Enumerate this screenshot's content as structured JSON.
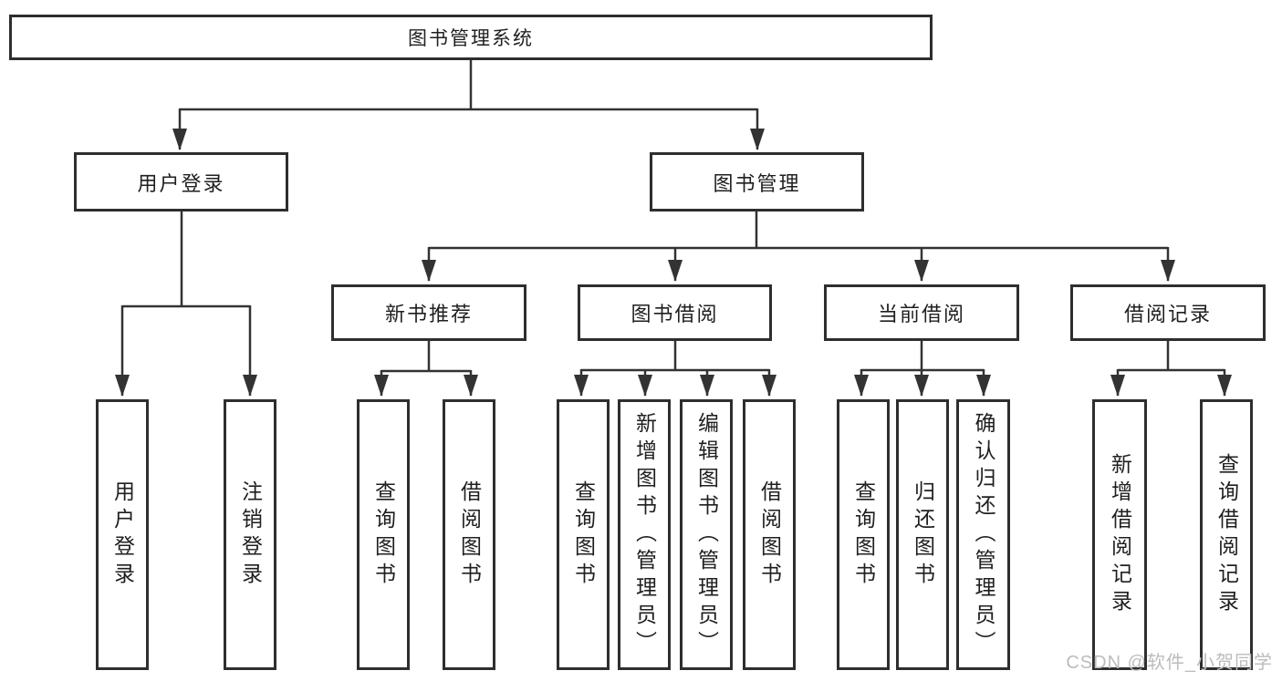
{
  "diagram": {
    "title": "图书管理系统",
    "root": {
      "label": "图书管理系统"
    },
    "branches": [
      {
        "label": "用户登录",
        "children": [
          "用户登录",
          "注销登录"
        ]
      },
      {
        "label": "图书管理",
        "groups": [
          {
            "label": "新书推荐",
            "children": [
              "查询图书",
              "借阅图书"
            ]
          },
          {
            "label": "图书借阅",
            "children": [
              "查询图书",
              "新增图书（管理员）",
              "编辑图书（管理员）",
              "借阅图书"
            ]
          },
          {
            "label": "当前借阅",
            "children": [
              "查询图书",
              "归还图书",
              "确认归还（管理员）"
            ]
          },
          {
            "label": "借阅记录",
            "children": [
              "新增借阅记录",
              "查询借阅记录"
            ]
          }
        ]
      }
    ]
  },
  "watermark": {
    "text": "CSDN @软件_小贺同学",
    "color": "#bcbcbc"
  },
  "colors": {
    "background": "#ffffff",
    "line": "#333333",
    "box_border": "#2e2e2e",
    "text": "#1f1f1f"
  }
}
